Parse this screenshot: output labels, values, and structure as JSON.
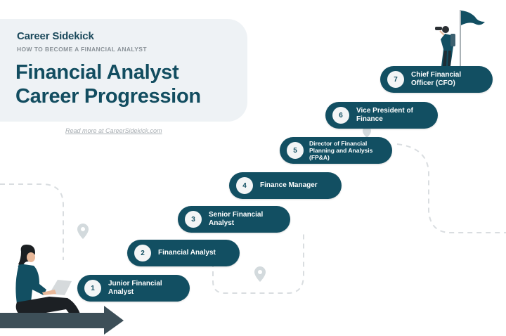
{
  "header": {
    "brand_part1": "Career",
    "brand_part2": "Sidekick",
    "subtitle": "HOW TO BECOME A FINANCIAL ANALYST",
    "title_line1": "Financial Analyst",
    "title_line2": "Career Progression",
    "read_more": "Read more at CareerSidekick.com"
  },
  "colors": {
    "primary": "#124f62",
    "header_bg": "#eef2f5",
    "dashed_path": "#d5d9dc",
    "arrow": "#3d4f58"
  },
  "steps": [
    {
      "number": "1",
      "label": "Junior Financial Analyst"
    },
    {
      "number": "2",
      "label": "Financial Analyst"
    },
    {
      "number": "3",
      "label": "Senior Financial Analyst"
    },
    {
      "number": "4",
      "label": "Finance Manager"
    },
    {
      "number": "5",
      "label": "Director of Financial Planning and Analysis (FP&A)"
    },
    {
      "number": "6",
      "label": "Vice President of Finance"
    },
    {
      "number": "7",
      "label": "Chief Financial Officer (CFO)"
    }
  ],
  "icons": {
    "location_pins": [
      "location-pin-icon",
      "location-pin-icon",
      "location-pin-icon"
    ],
    "goal_flag": "flag-icon",
    "progress_arrow": "arrow-right-icon"
  }
}
